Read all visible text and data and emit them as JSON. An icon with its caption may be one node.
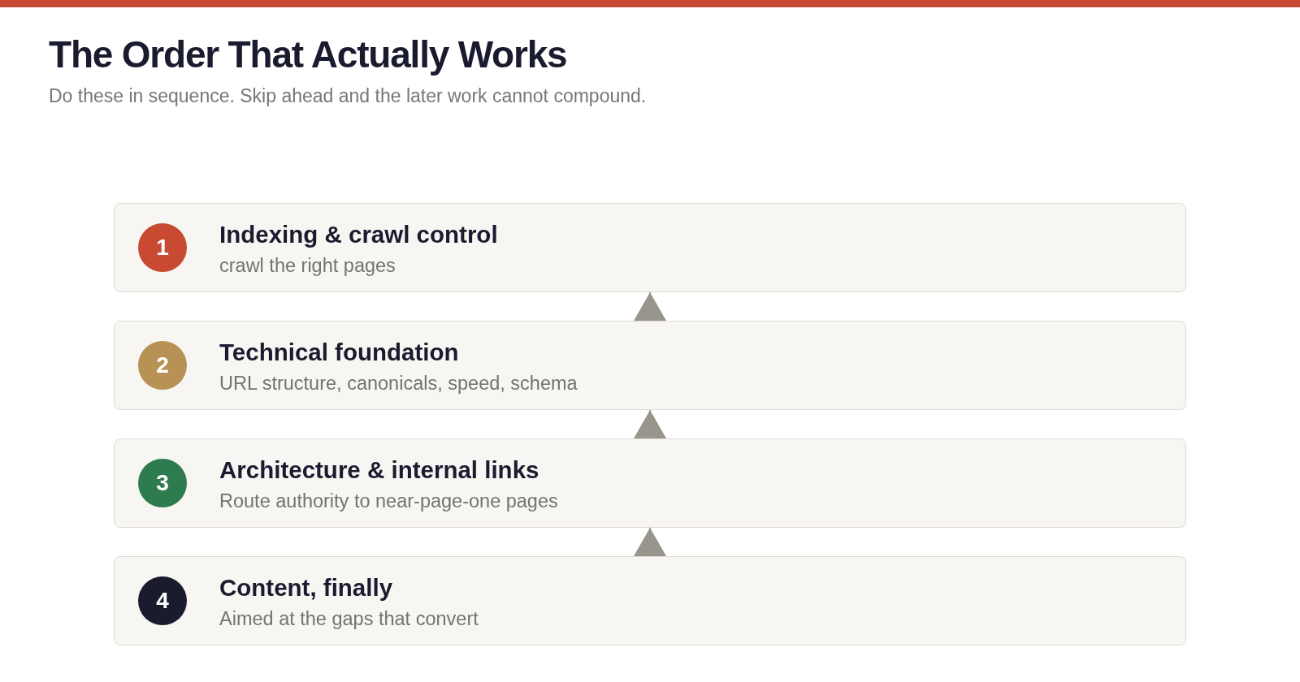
{
  "diagram": {
    "title": "The Order That Actually Works",
    "nodes": [
      {
        "text": [
          "Indexing & crawl control",
          "crawl the right pages"
        ]
      },
      {
        "text": [
          "1"
        ],
        "in": 0
      },
      {
        "text": [
          "Technical foundation",
          "URL structure, canonicals, speed, schema"
        ]
      },
      {
        "text": [
          "2"
        ],
        "in": 2
      },
      {
        "text": [
          "Architecture & internal links",
          "Route authority to near-page-one pages"
        ]
      },
      {
        "text": [
          "3"
        ],
        "in": 4
      },
      {
        "text": [
          "Content, finally",
          "Aimed at the gaps that convert"
        ]
      },
      {
        "text": [
          "4"
        ],
        "in": 6
      }
    ],
    "edges": [
      {
        "from": 2,
        "to": 0,
        "arrow": "to"
      },
      {
        "from": 4,
        "to": 2,
        "arrow": "to"
      },
      {
        "from": 6,
        "to": 4,
        "arrow": "to"
      }
    ],
    "labels": [
      "Do these in sequence. Skip ahead and the later work cannot compound."
    ]
  }
}
